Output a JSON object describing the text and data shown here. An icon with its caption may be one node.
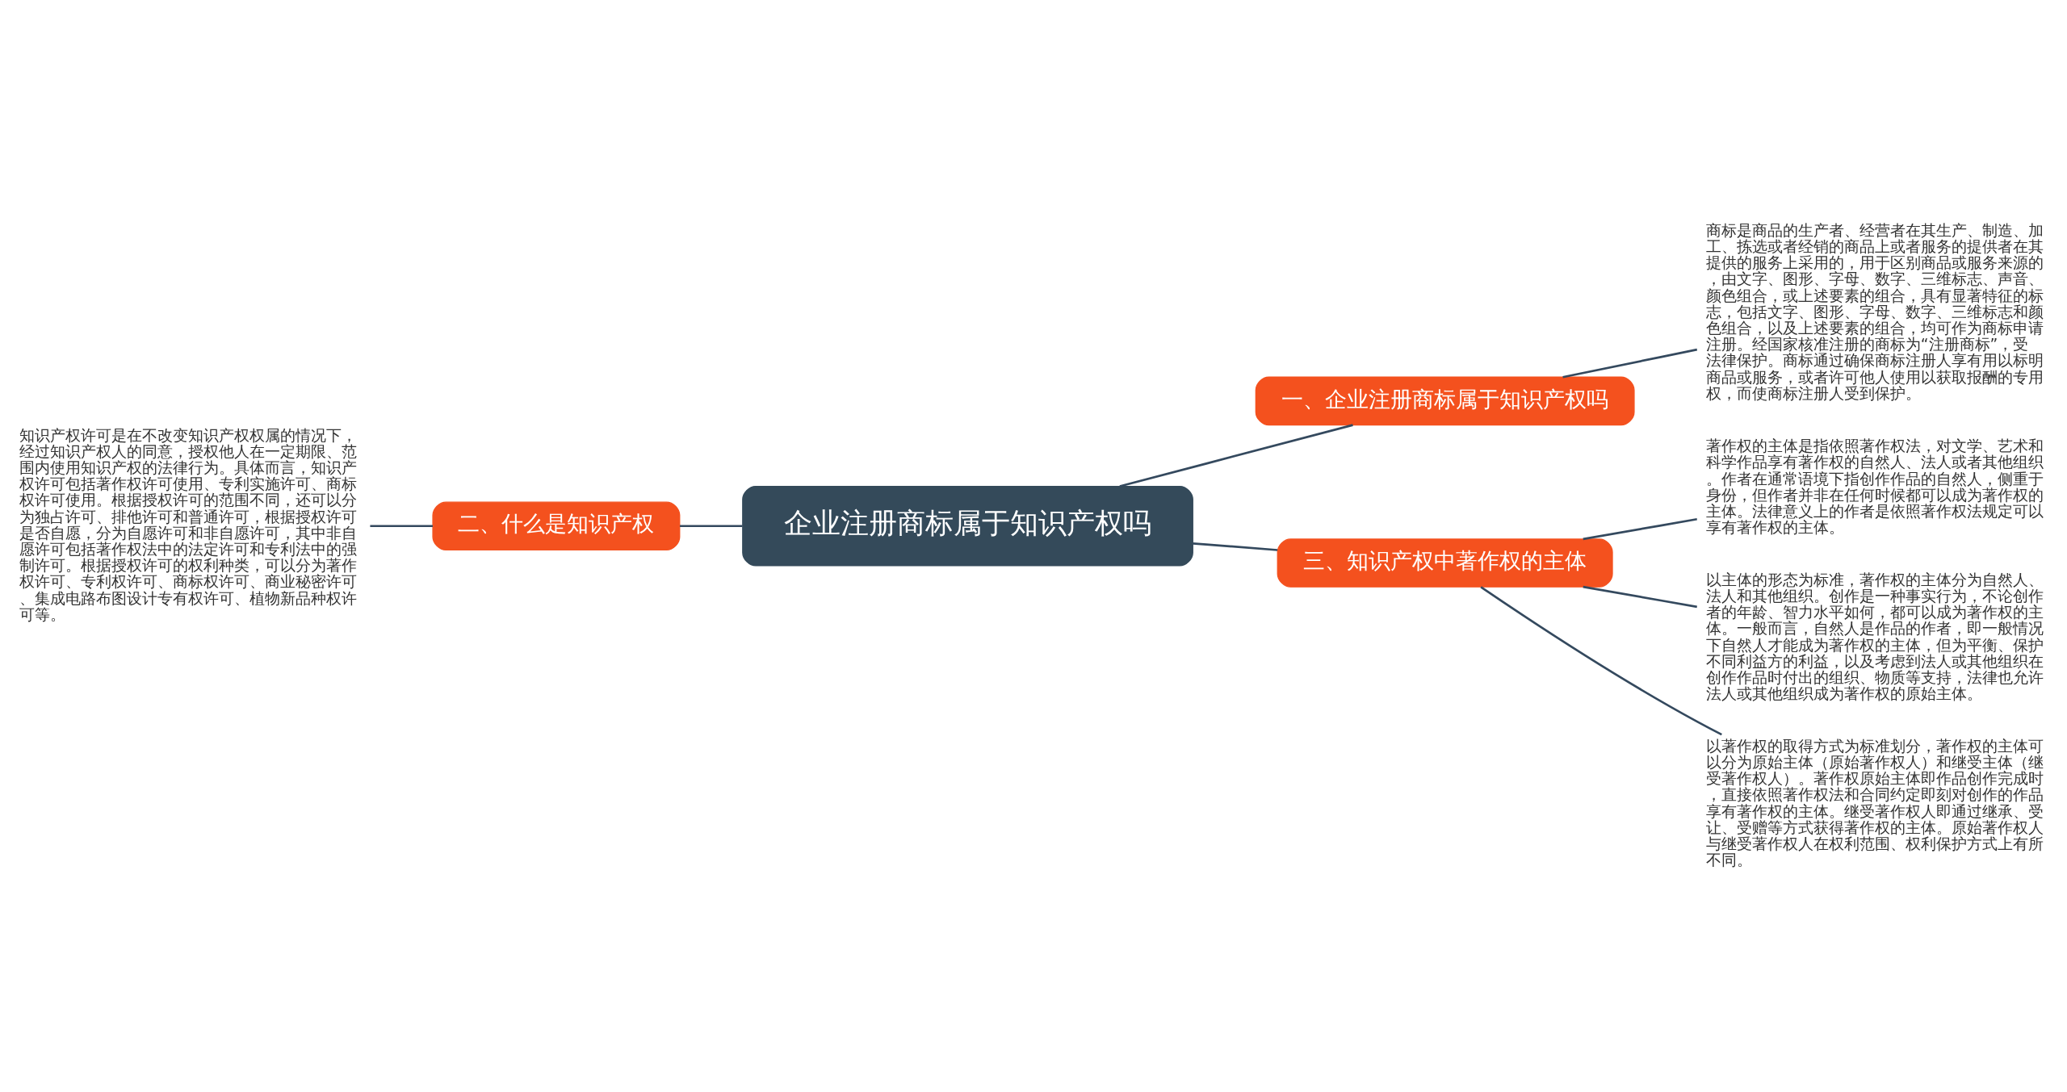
{
  "diagram": {
    "nodes": [
      {
        "text": [
          "企业注册商标属于知识产权吗"
        ]
      },
      {
        "text": [
          "一、企业注册商标属于知识产权吗"
        ]
      },
      {
        "text": [
          "商标是商品的生产者、经营者在其生产、制造、加工、拣选或者经销的商品上或者服务的提供者在其提供的服务上采用的，用于区别商品或服务来源的，由文字、图形、字母、数字、三维标志、声音、颜色组合，或上述要素的组合，具有显著特征的标志，包括文字、图形、字母、数字、三维标志和颜色组合，以及上述要素的组合，均可作为商标申请注册。经国家核准注册的商标为“注册商标”，受法律保护。商标通过确保商标注册人享有用以标明商品或服务，或者许可他人使用以获取报酬的专用权，而使商标注册人受到保护。"
        ]
      },
      {
        "text": [
          "二、什么是知识产权"
        ]
      },
      {
        "text": [
          "知识产权许可是在不改变知识产权权属的情况下，经过知识产权人的同意，授权他人在一定期限、范围内使用知识产权的法律行为。具体而言，知识产权许可包括著作权许可使用、专利实施许可、商标权许可使用。根据授权许可的范围不同，还可以分为独占许可、排他许可和普通许可，根据授权许可是否自愿，分为自愿许可和非自愿许可，其中非自愿许可包括著作权法中的法定许可和专利法中的强制许可。根据授权许可的权利种类，可以分为著作权许可、专利权许可、商标权许可、商业秘密许可、集成电路布图设计专有权许可、植物新品种权许可等。"
        ]
      },
      {
        "text": [
          "三、知识产权中著作权的主体"
        ]
      },
      {
        "text": [
          "著作权的主体是指依照著作权法，对文学、艺术和科学作品享有著作权的自然人、法人或者其他组织。作者在通常语境下指创作作品的自然人，侧重于身份，但作者并非在任何时候都可以成为著作权的主体。法律意义上的作者是依照著作权法规定可以享有著作权的主体。"
        ]
      },
      {
        "text": [
          "以主体的形态为标准，著作权的主体分为自然人、法人和其他组织。创作是一种事实行为，不论创作者的年龄、智力水平如何，都可以成为著作权的主体。一般而言，自然人是作品的作者，即一般情况下自然人才能成为著作权的主体，但为平衡、保护不同利益方的利益，以及考虑到法人或其他组织在创作作品时付出的组织、物质等支持，法律也允许法人或其他组织成为著作权的原始主体。"
        ]
      },
      {
        "text": [
          "以著作权的取得方式为标准划分，著作权的主体可以分为原始主体（原始著作权人）和继受主体（继受著作权人）。著作权原始主体即作品创作完成时，直接依照著作权法和合同约定即刻对创作的作品享有著作权的主体。继受著作权人即通过继承、受让、受赠等方式获得著作权的主体。原始著作权人与继受著作权人在权利范围、权利保护方式上有所不同。"
        ]
      }
    ],
    "edges": [
      {
        "from": 0,
        "to": 1,
        "arrow": "none"
      },
      {
        "from": 1,
        "to": 2,
        "arrow": "none"
      },
      {
        "from": 0,
        "to": 3,
        "arrow": "none"
      },
      {
        "from": 3,
        "to": 4,
        "arrow": "none"
      },
      {
        "from": 0,
        "to": 5,
        "arrow": "none"
      },
      {
        "from": 5,
        "to": 6,
        "arrow": "none"
      },
      {
        "from": 5,
        "to": 7,
        "arrow": "none"
      },
      {
        "from": 5,
        "to": 8,
        "arrow": "none"
      }
    ]
  }
}
